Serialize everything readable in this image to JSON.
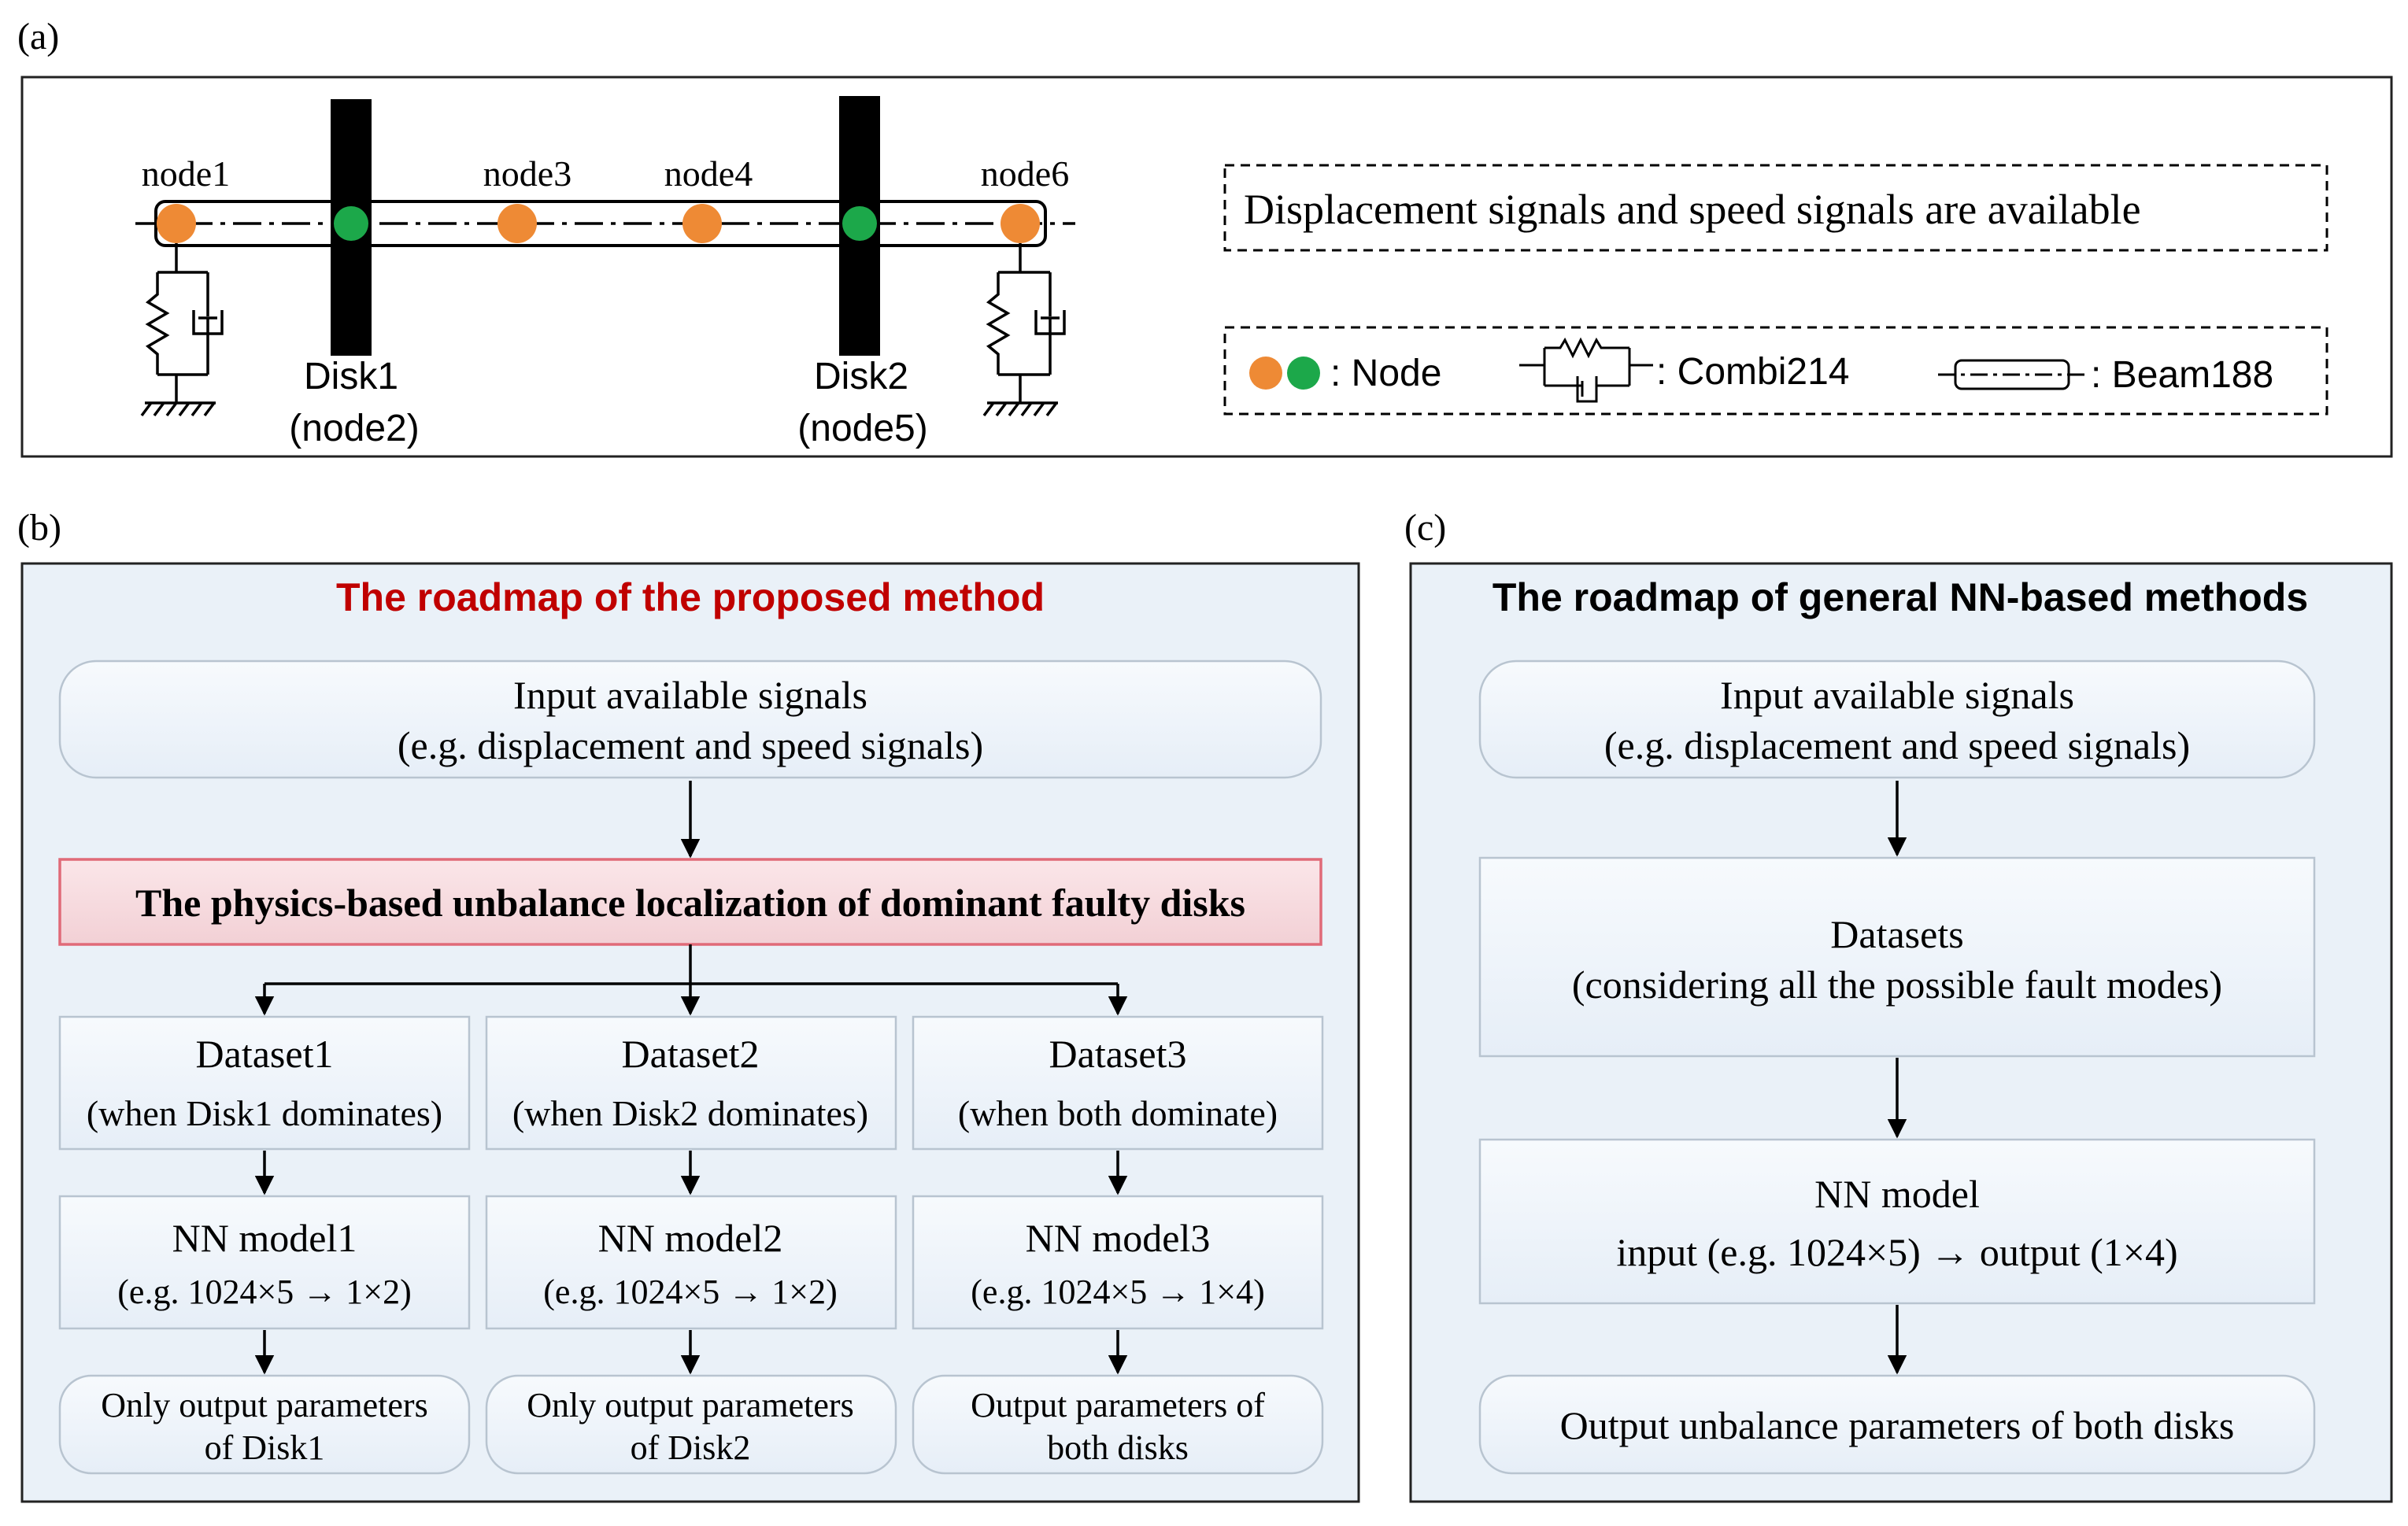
{
  "panel_a": {
    "label": "(a)",
    "nodes": [
      "node1",
      "node3",
      "node4",
      "node6"
    ],
    "disk1": {
      "name": "Disk1",
      "node": "(node2)"
    },
    "disk2": {
      "name": "Disk2",
      "node": "(node5)"
    },
    "signals_note": "Displacement signals and speed signals are available",
    "legend": {
      "node": ": Node",
      "combi": ": Combi214",
      "beam": ": Beam188"
    },
    "colors": {
      "orange": "#ee8a35",
      "green": "#1ca84a"
    }
  },
  "panel_b": {
    "label": "(b)",
    "title": "The roadmap of the proposed method",
    "title_color": "#c00000",
    "input": {
      "line1": "Input available signals",
      "line2": "(e.g. displacement and speed signals)"
    },
    "physics": "The physics-based unbalance localization of dominant faulty disks",
    "datasets": [
      {
        "name": "Dataset1",
        "desc": "(when Disk1 dominates)"
      },
      {
        "name": "Dataset2",
        "desc": "(when Disk2 dominates)"
      },
      {
        "name": "Dataset3",
        "desc": "(when both dominate)"
      }
    ],
    "models": [
      {
        "name": "NN model1",
        "desc": "(e.g. 1024×5 → 1×2)"
      },
      {
        "name": "NN model2",
        "desc": "(e.g. 1024×5 → 1×2)"
      },
      {
        "name": "NN model3",
        "desc": "(e.g. 1024×5 → 1×4)"
      }
    ],
    "outputs": [
      {
        "line1": "Only output parameters",
        "line2": "of Disk1"
      },
      {
        "line1": "Only output parameters",
        "line2": "of Disk2"
      },
      {
        "line1": "Output parameters of",
        "line2": "both disks"
      }
    ]
  },
  "panel_c": {
    "label": "(c)",
    "title": "The roadmap of general NN-based methods",
    "input": {
      "line1": "Input available signals",
      "line2": "(e.g. displacement and speed signals)"
    },
    "datasets": {
      "line1": "Datasets",
      "line2": "(considering all the possible fault modes)"
    },
    "model": {
      "line1": "NN model",
      "line2": "input (e.g. 1024×5) → output (1×4)"
    },
    "output": "Output unbalance parameters of both disks"
  }
}
